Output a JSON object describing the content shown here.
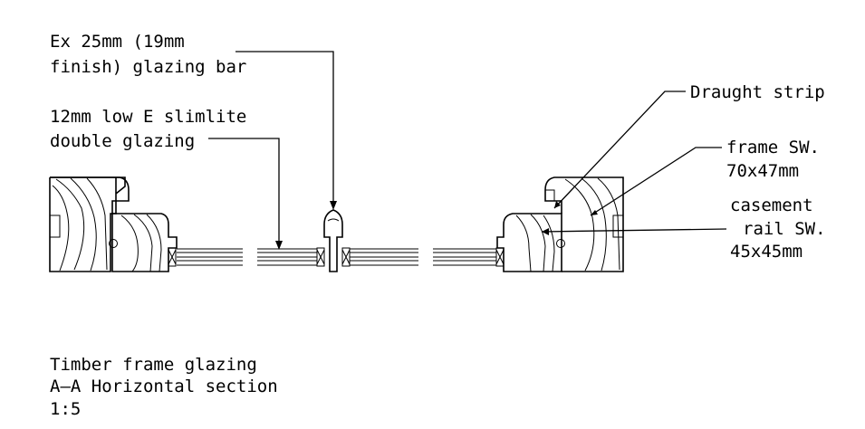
{
  "labels": {
    "glazing_bar_1": "Ex 25mm (19mm",
    "glazing_bar_2": "finish) glazing bar",
    "glazing_1": "12mm low E slimlite",
    "glazing_2": "double glazing",
    "draught": "Draught strip",
    "frame_1": "frame SW.",
    "frame_2": "70x47mm",
    "casement_1": "casement",
    "casement_2": "rail SW.",
    "casement_3": "45x45mm",
    "title_1": "Timber frame glazing",
    "title_2": "A—A Horizontal section",
    "title_3": "1:5"
  },
  "colors": {
    "line": "#000000",
    "background": "#ffffff"
  }
}
